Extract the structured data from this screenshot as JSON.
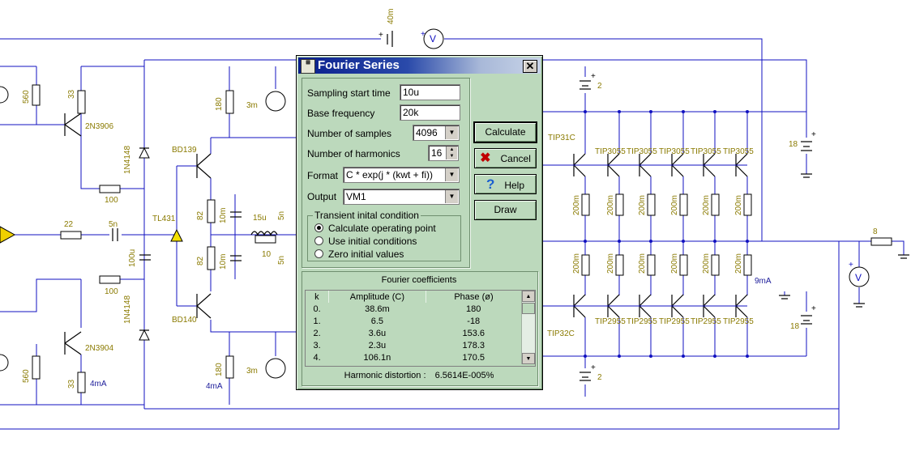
{
  "schematic": {
    "labels": {
      "battery_top_value": "40m",
      "voltmeter_symbol": "V",
      "r_560": "560",
      "r_33": "33",
      "q_2n3906": "2N3906",
      "d_1n4148": "1N4148",
      "r_180": "180",
      "c_3m": "3m",
      "q_bd139": "BD139",
      "r_100": "100",
      "tl431": "TL431",
      "r_22": "22",
      "c_5n": "5n",
      "r_82": "82",
      "r_10m": "10m",
      "l_15u": "15u",
      "r_10": "10",
      "c_100u": "100u",
      "q_bd140": "BD140",
      "q_2n3904": "2N3904",
      "i_4ma": "4mA",
      "battery_2": "2",
      "battery_18": "18",
      "tip31c": "TIP31C",
      "tip3055": "TIP3055",
      "tip32c": "TIP32C",
      "tip2955": "TIP2955",
      "r_200m": "200m",
      "i_9ma": "9mA",
      "r_8": "8",
      "plus": "+"
    }
  },
  "dialog": {
    "title": "Fourier Series",
    "close_glyph": "✕",
    "sampling_start_time": {
      "label": "Sampling start time",
      "value": "10u"
    },
    "base_frequency": {
      "label": "Base frequency",
      "value": "20k"
    },
    "number_of_samples": {
      "label": "Number of samples",
      "value": "4096"
    },
    "number_of_harmonics": {
      "label": "Number of harmonics",
      "value": "16"
    },
    "format": {
      "label": "Format",
      "value": "C * exp(j * (kwt + fi))"
    },
    "output": {
      "label": "Output",
      "value": "VM1"
    },
    "transient": {
      "legend": "Transient inital condition",
      "options": [
        "Calculate operating point",
        "Use initial conditions",
        "Zero initial values"
      ],
      "selected": "Calculate operating point"
    },
    "buttons": {
      "calculate": "Calculate",
      "cancel": "Cancel",
      "help": "Help",
      "draw": "Draw"
    },
    "coefficients": {
      "title": "Fourier coefficients",
      "columns": [
        "k",
        "Amplitude (C)",
        "Phase (ø)"
      ],
      "rows": [
        [
          "0.",
          "38.6m",
          "180"
        ],
        [
          "1.",
          "6.5",
          "-18"
        ],
        [
          "2.",
          "3.6u",
          "153.6"
        ],
        [
          "3.",
          "2.3u",
          "178.3"
        ],
        [
          "4.",
          "106.1n",
          "170.5"
        ]
      ]
    },
    "harmonic_distortion": {
      "label": "Harmonic distortion :",
      "value": "6.5614E-005%"
    },
    "accent_colors": {
      "title_start": "#0a1e8c",
      "dialog_bg": "#bcd9bc",
      "wire": "#1010c0"
    }
  }
}
